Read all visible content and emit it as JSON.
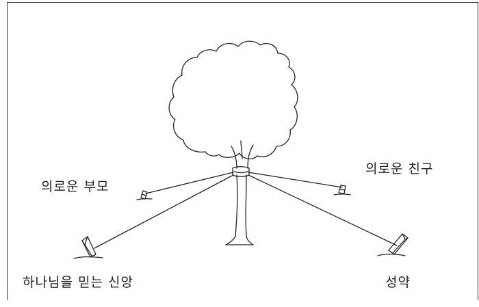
{
  "diagram": {
    "labels": {
      "righteous_parents": "의로운 부모",
      "righteous_friend": "의로운 친구",
      "faith_in_god": "하나님을 믿는 신앙",
      "covenant": "성약"
    },
    "line_color": "#222222"
  }
}
